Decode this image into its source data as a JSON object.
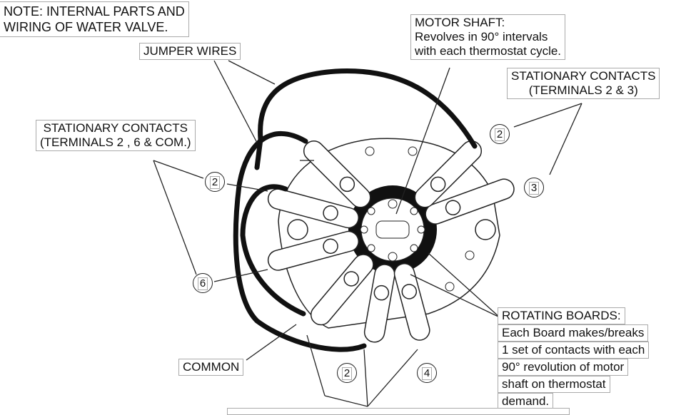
{
  "note": {
    "line1": "NOTE: INTERNAL PARTS AND",
    "line2": "WIRING OF WATER VALVE."
  },
  "jumper_wires": "JUMPER WIRES",
  "motor_shaft": {
    "title": "MOTOR SHAFT:",
    "line1": "Revolves in 90° intervals",
    "line2": "with each thermostat cycle."
  },
  "stationary_right": {
    "line1": "STATIONARY CONTACTS",
    "line2": "(TERMINALS 2 & 3)"
  },
  "stationary_left": {
    "line1": "STATIONARY CONTACTS",
    "line2": "(TERMINALS 2 , 6 & COM.)"
  },
  "rotating": {
    "lines": [
      "ROTATING BOARDS:",
      "Each Board makes/breaks",
      "1 set of contacts with each",
      "90° revolution of motor",
      "shaft on thermostat",
      "demand."
    ]
  },
  "common": "COMMON",
  "terminals": {
    "t_left_2": "2",
    "t_left_6": "6",
    "t_right_2": "2",
    "t_right_3": "3",
    "t_bottom_2": "2",
    "t_bottom_4": "4"
  }
}
